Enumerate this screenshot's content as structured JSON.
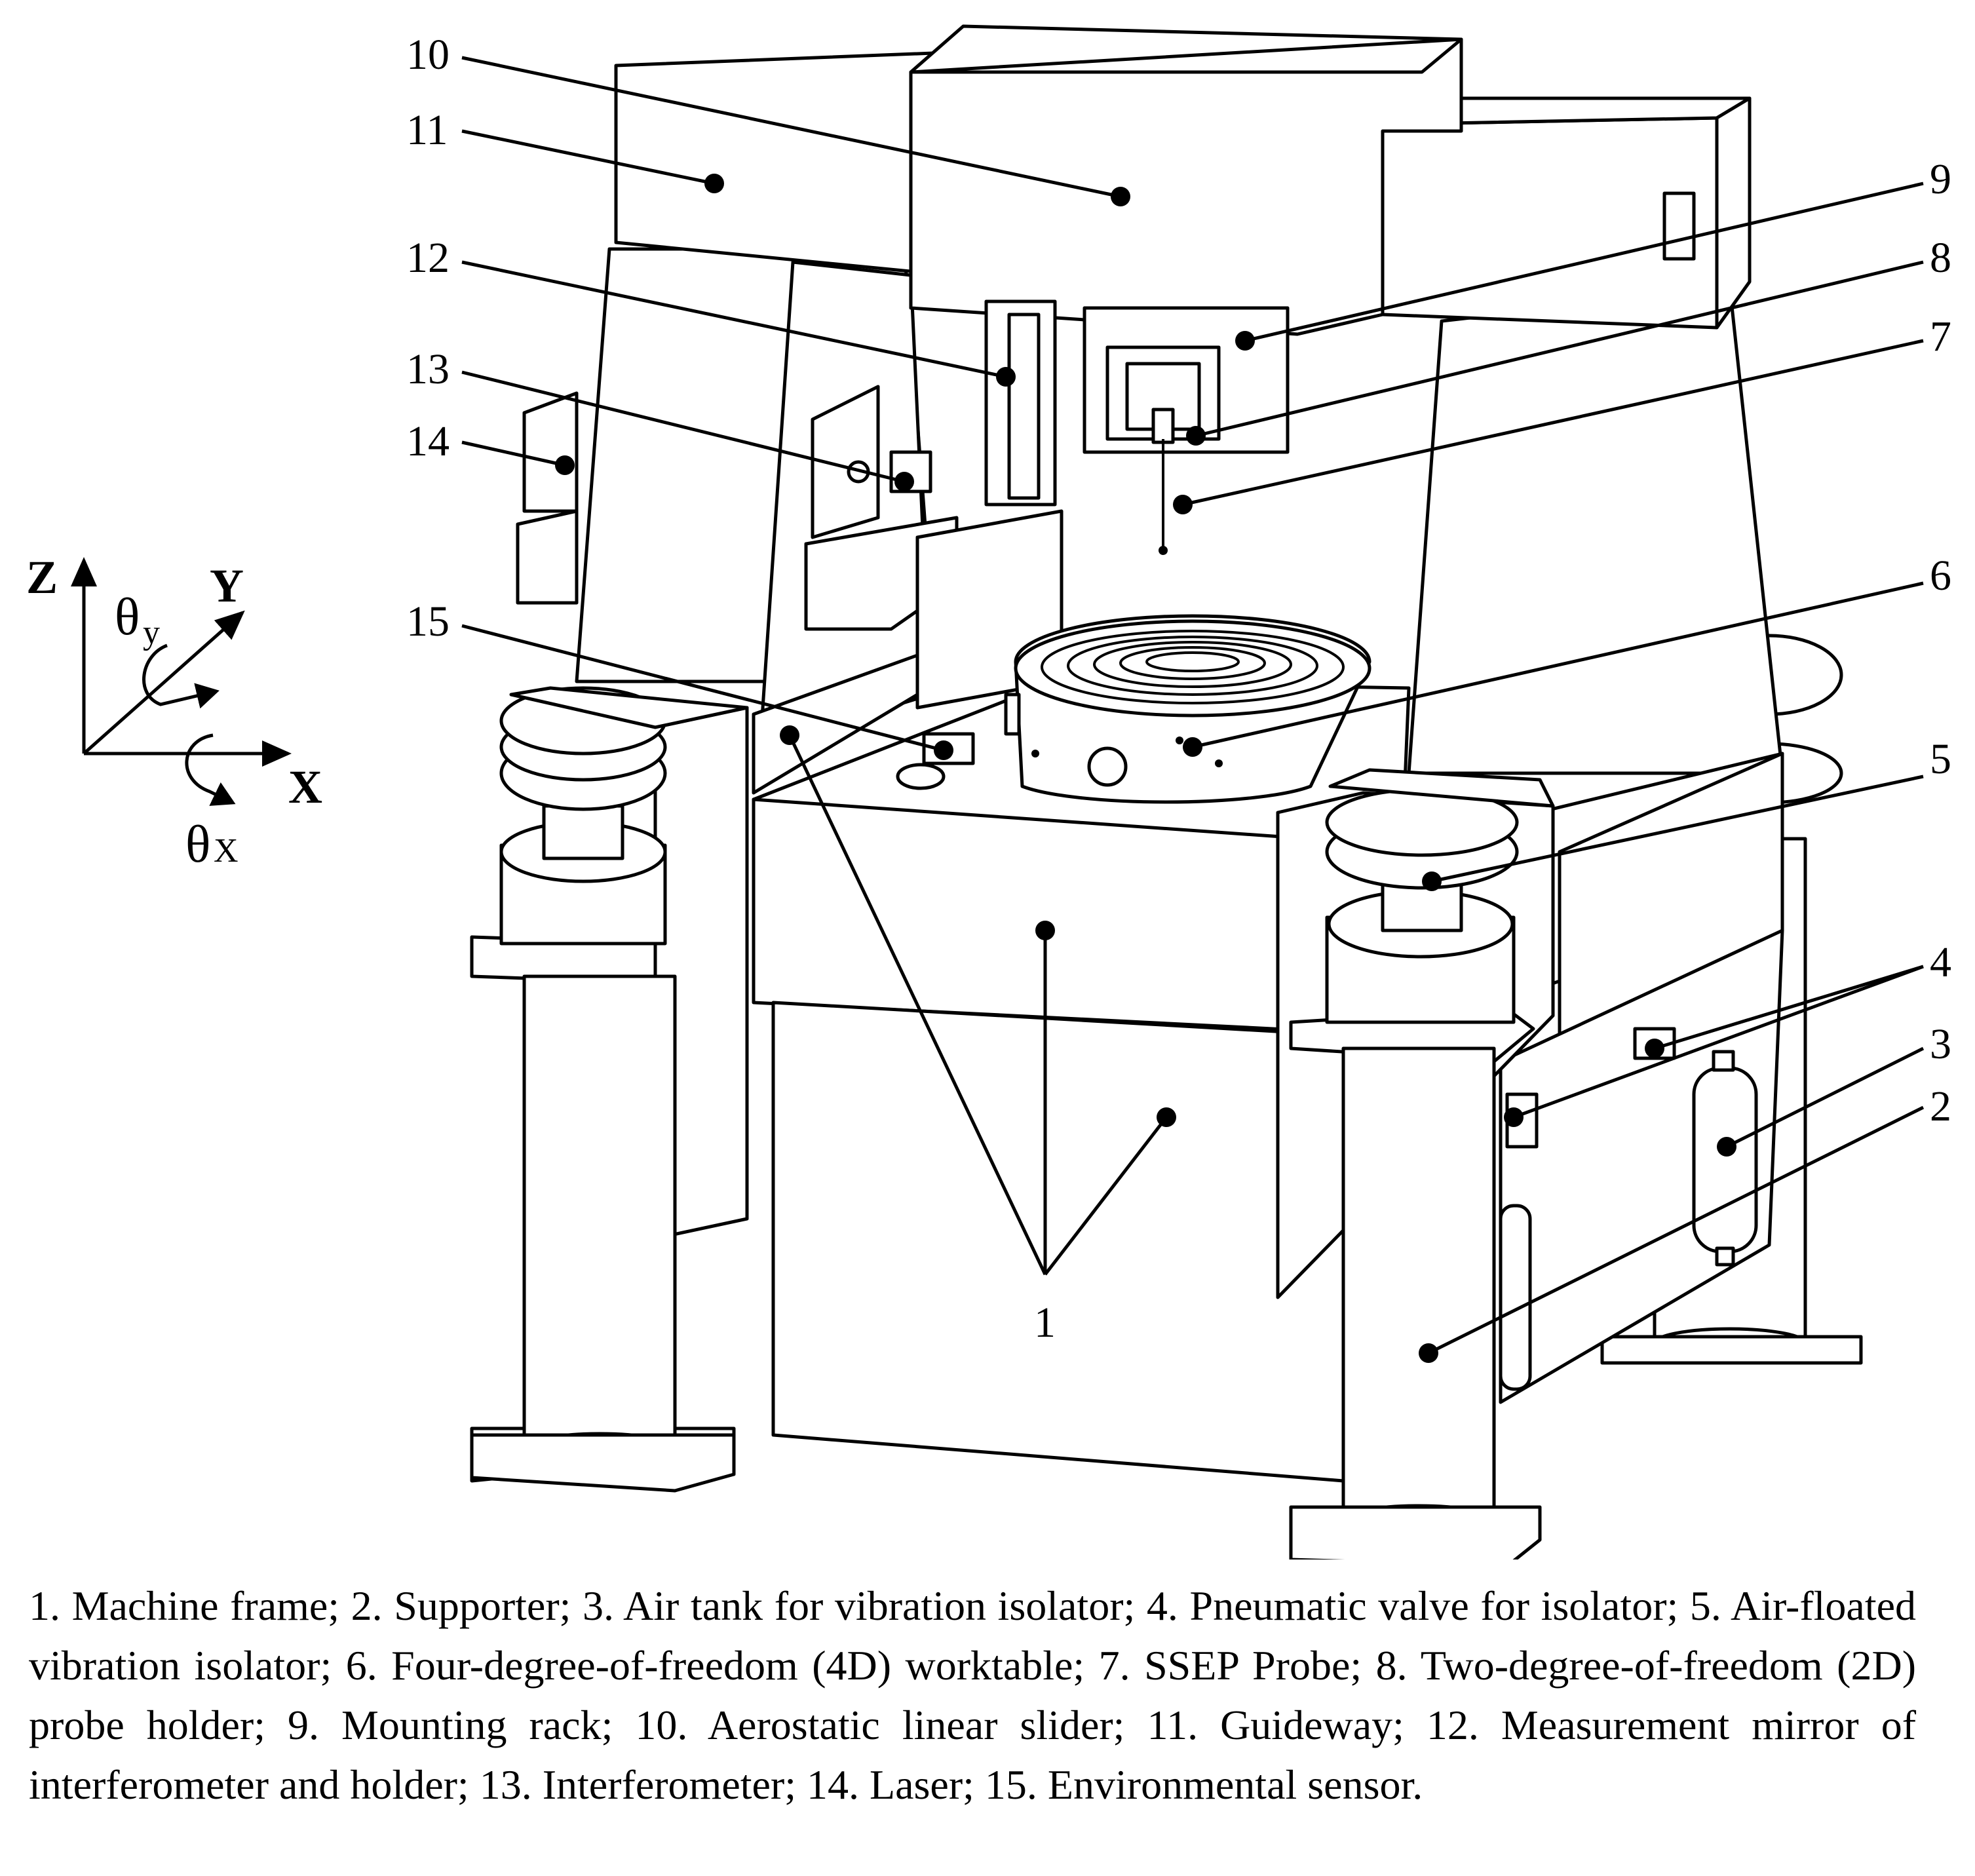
{
  "callouts": [
    {
      "num": "1",
      "label": "Machine frame"
    },
    {
      "num": "2",
      "label": "Supporter"
    },
    {
      "num": "3",
      "label": "Air tank for vibration isolator"
    },
    {
      "num": "4",
      "label": "Pneumatic valve for isolator"
    },
    {
      "num": "5",
      "label": "Air-floated vibration isolator"
    },
    {
      "num": "6",
      "label": "Four-degree-of-freedom (4D) worktable"
    },
    {
      "num": "7",
      "label": "SSEP Probe"
    },
    {
      "num": "8",
      "label": "Two-degree-of-freedom (2D) probe holder"
    },
    {
      "num": "9",
      "label": "Mounting rack"
    },
    {
      "num": "10",
      "label": "Aerostatic linear slider"
    },
    {
      "num": "11",
      "label": "Guideway"
    },
    {
      "num": "12",
      "label": "Measurement mirror of interferometer and holder"
    },
    {
      "num": "13",
      "label": "Interferometer"
    },
    {
      "num": "14",
      "label": "Laser"
    },
    {
      "num": "15",
      "label": "Environmental sensor"
    }
  ],
  "axes": {
    "z": "Z",
    "y": "Y",
    "x": "X",
    "theta": "θ",
    "theta_y_sub": "y",
    "theta_x_sub": "X"
  },
  "caption": "1. Machine frame; 2. Supporter; 3. Air tank for vibration isolator; 4. Pneumatic valve for isolator; 5. Air-floated vibration isolator; 6. Four-degree-of-freedom (4D) worktable; 7. SSEP Probe; 8. Two-degree-of-freedom (2D) probe holder; 9. Mounting rack; 10. Aerostatic linear slider; 11. Guideway; 12. Measurement mirror of interferometer and holder; 13. Interferometer; 14. Laser; 15. Environmental sensor."
}
